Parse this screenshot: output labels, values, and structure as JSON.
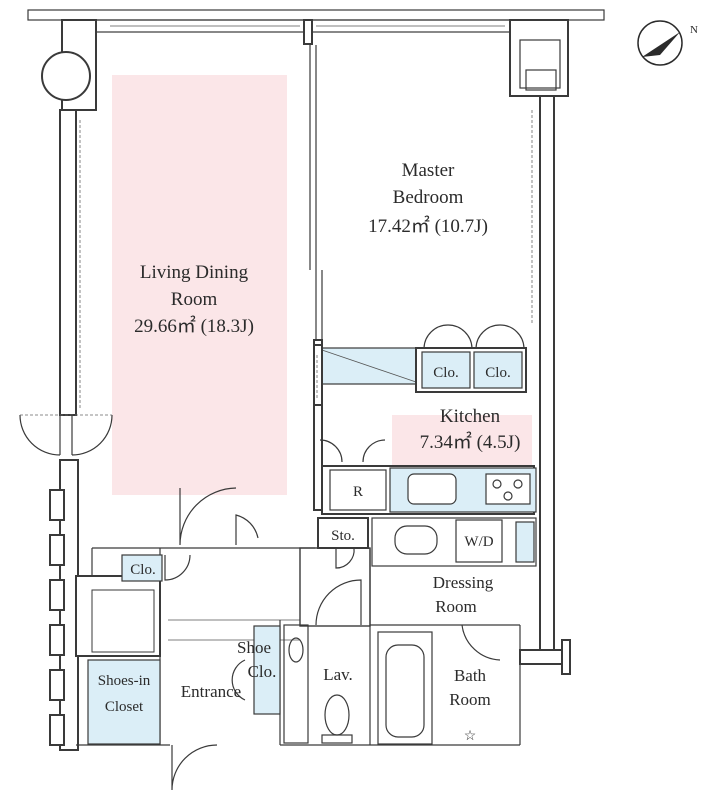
{
  "rooms": {
    "living": {
      "name_line1": "Living Dining",
      "name_line2": "Room",
      "area": "29.66㎡ (18.3J)"
    },
    "master": {
      "name_line1": "Master",
      "name_line2": "Bedroom",
      "area": "17.42㎡ (10.7J)"
    },
    "kitchen": {
      "name": "Kitchen",
      "area": "7.34㎡ (4.5J)"
    },
    "dressing": {
      "name_line1": "Dressing",
      "name_line2": "Room"
    },
    "bath": {
      "name_line1": "Bath",
      "name_line2": "Room"
    },
    "lav": {
      "name": "Lav."
    },
    "entrance": {
      "name": "Entrance"
    },
    "shoes_closet": {
      "name_line1": "Shoes-in",
      "name_line2": "Closet"
    },
    "shoe_clo": {
      "name_line1": "Shoe",
      "name_line2": "Clo."
    }
  },
  "fixtures": {
    "clo_1": "Clo.",
    "clo_2": "Clo.",
    "clo_entrance": "Clo.",
    "refrigerator": "R",
    "storage": "Sto.",
    "washer_dryer": "W/D"
  },
  "compass": {
    "north": "N"
  },
  "colors": {
    "living_highlight": "#fbe6e8",
    "kitchen_highlight": "#fbe6e8",
    "closet_fill": "#dbeef7",
    "wall": "#3a3a3a"
  }
}
